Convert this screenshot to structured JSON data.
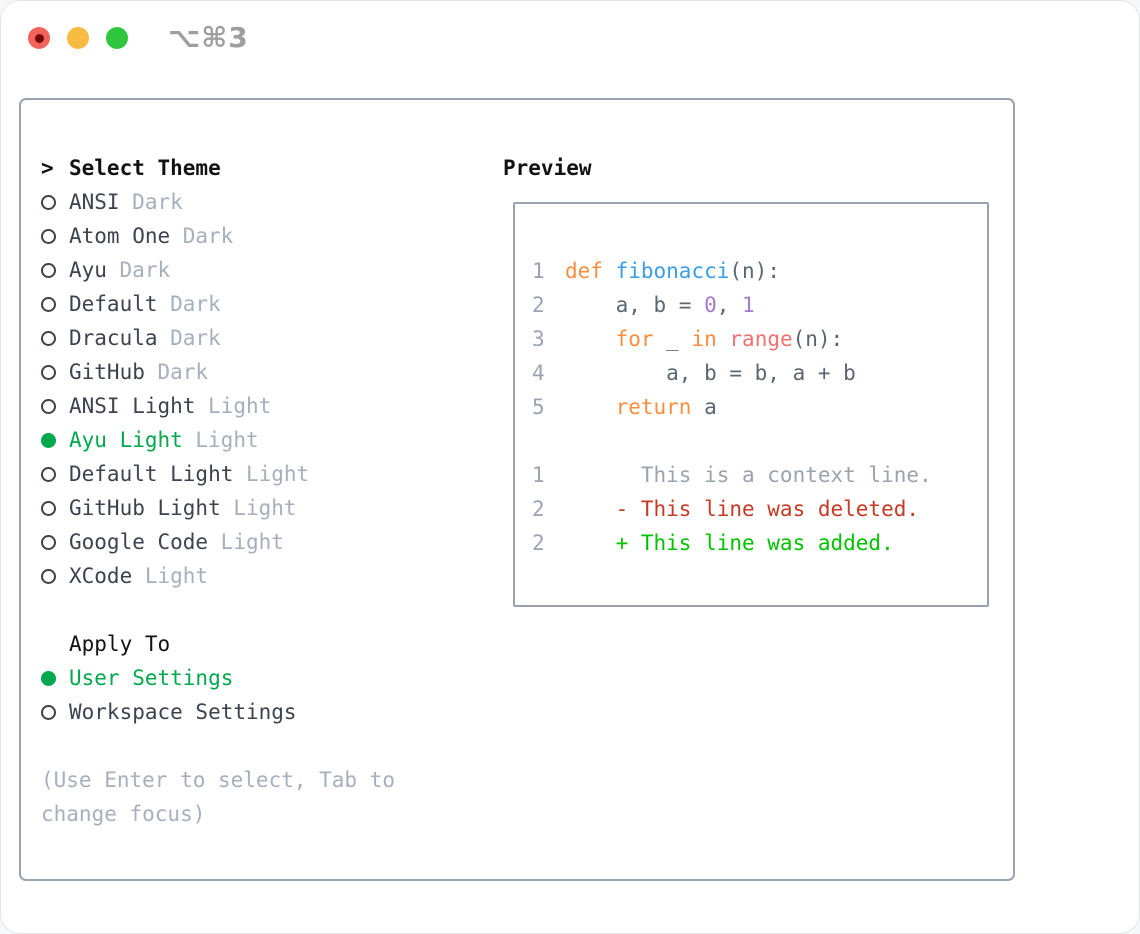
{
  "colors": {
    "window_bg": "#ffffff",
    "panel_border": "#9aa2ae",
    "accent_green": "#00a84d",
    "text_black": "#121212",
    "text_dark": "#3c434c",
    "text_muted": "#a6afbb",
    "title_gray": "#9e9ea1",
    "traffic_red": "#f2635b",
    "traffic_red_dot": "#750b04",
    "traffic_yellow": "#f6bb40",
    "traffic_green": "#2fc63e",
    "code_plain": "#5c6670",
    "code_line_number": "#9aa3b2",
    "code_keyword": "#fa8d3e",
    "code_function": "#399ee6",
    "code_call": "#f07171",
    "code_number": "#a37acc",
    "diff_context": "#9aa3ae",
    "diff_deleted": "#c43a25",
    "diff_added": "#00c300"
  },
  "window": {
    "title": "⌥⌘3"
  },
  "theme_list": {
    "header_prefix": ">",
    "header_label": "Select Theme",
    "items": [
      {
        "name": "ANSI",
        "variant": "Dark",
        "selected": false
      },
      {
        "name": "Atom One",
        "variant": "Dark",
        "selected": false
      },
      {
        "name": "Ayu",
        "variant": "Dark",
        "selected": false
      },
      {
        "name": "Default",
        "variant": "Dark",
        "selected": false
      },
      {
        "name": "Dracula",
        "variant": "Dark",
        "selected": false
      },
      {
        "name": "GitHub",
        "variant": "Dark",
        "selected": false
      },
      {
        "name": "ANSI Light",
        "variant": "Light",
        "selected": false
      },
      {
        "name": "Ayu Light",
        "variant": "Light",
        "selected": true
      },
      {
        "name": "Default Light",
        "variant": "Light",
        "selected": false
      },
      {
        "name": "GitHub Light",
        "variant": "Light",
        "selected": false
      },
      {
        "name": "Google Code",
        "variant": "Light",
        "selected": false
      },
      {
        "name": "XCode",
        "variant": "Light",
        "selected": false
      }
    ]
  },
  "apply_to": {
    "label": "Apply To",
    "options": [
      {
        "name": "User Settings",
        "selected": true
      },
      {
        "name": "Workspace Settings",
        "selected": false
      }
    ]
  },
  "help_lines": [
    "(Use Enter to select, Tab to",
    "change focus)"
  ],
  "preview": {
    "label": "Preview",
    "code_lines": [
      {
        "num": "1",
        "segs": [
          {
            "t": "def",
            "c": "keyword"
          },
          {
            "t": " ",
            "c": "plain"
          },
          {
            "t": "fibonacci",
            "c": "function"
          },
          {
            "t": "(n):",
            "c": "plain"
          }
        ]
      },
      {
        "num": "2",
        "segs": [
          {
            "t": "    a, b = ",
            "c": "plain"
          },
          {
            "t": "0",
            "c": "number"
          },
          {
            "t": ", ",
            "c": "plain"
          },
          {
            "t": "1",
            "c": "number"
          }
        ]
      },
      {
        "num": "3",
        "segs": [
          {
            "t": "    ",
            "c": "plain"
          },
          {
            "t": "for",
            "c": "keyword"
          },
          {
            "t": " _ ",
            "c": "plain"
          },
          {
            "t": "in",
            "c": "keyword"
          },
          {
            "t": " ",
            "c": "plain"
          },
          {
            "t": "range",
            "c": "call"
          },
          {
            "t": "(n):",
            "c": "plain"
          }
        ]
      },
      {
        "num": "4",
        "segs": [
          {
            "t": "        a, b = b, a + b",
            "c": "plain"
          }
        ]
      },
      {
        "num": "5",
        "segs": [
          {
            "t": "    ",
            "c": "plain"
          },
          {
            "t": "return",
            "c": "keyword"
          },
          {
            "t": " a",
            "c": "plain"
          }
        ]
      },
      {
        "num": "",
        "segs": []
      },
      {
        "num": "1",
        "segs": [
          {
            "t": "      This is a context line.",
            "c": "context"
          }
        ]
      },
      {
        "num": "2",
        "segs": [
          {
            "t": "    - This line was deleted.",
            "c": "deleted"
          }
        ]
      },
      {
        "num": "2",
        "segs": [
          {
            "t": "    + This line was added.",
            "c": "added"
          }
        ]
      }
    ]
  }
}
